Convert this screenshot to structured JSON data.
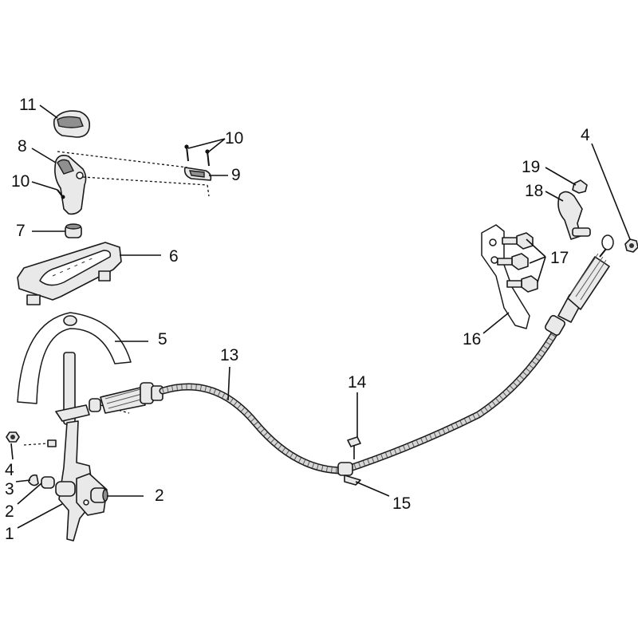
{
  "callouts": {
    "c1": "1",
    "c2a": "2",
    "c2b": "2",
    "c3": "3",
    "c4a": "4",
    "c4b": "4",
    "c5": "5",
    "c6": "6",
    "c7": "7",
    "c8": "8",
    "c9": "9",
    "c10a": "10",
    "c10b": "10",
    "c11": "11",
    "c13": "13",
    "c14": "14",
    "c15": "15",
    "c16": "16",
    "c17": "17",
    "c18": "18",
    "c19": "19"
  }
}
